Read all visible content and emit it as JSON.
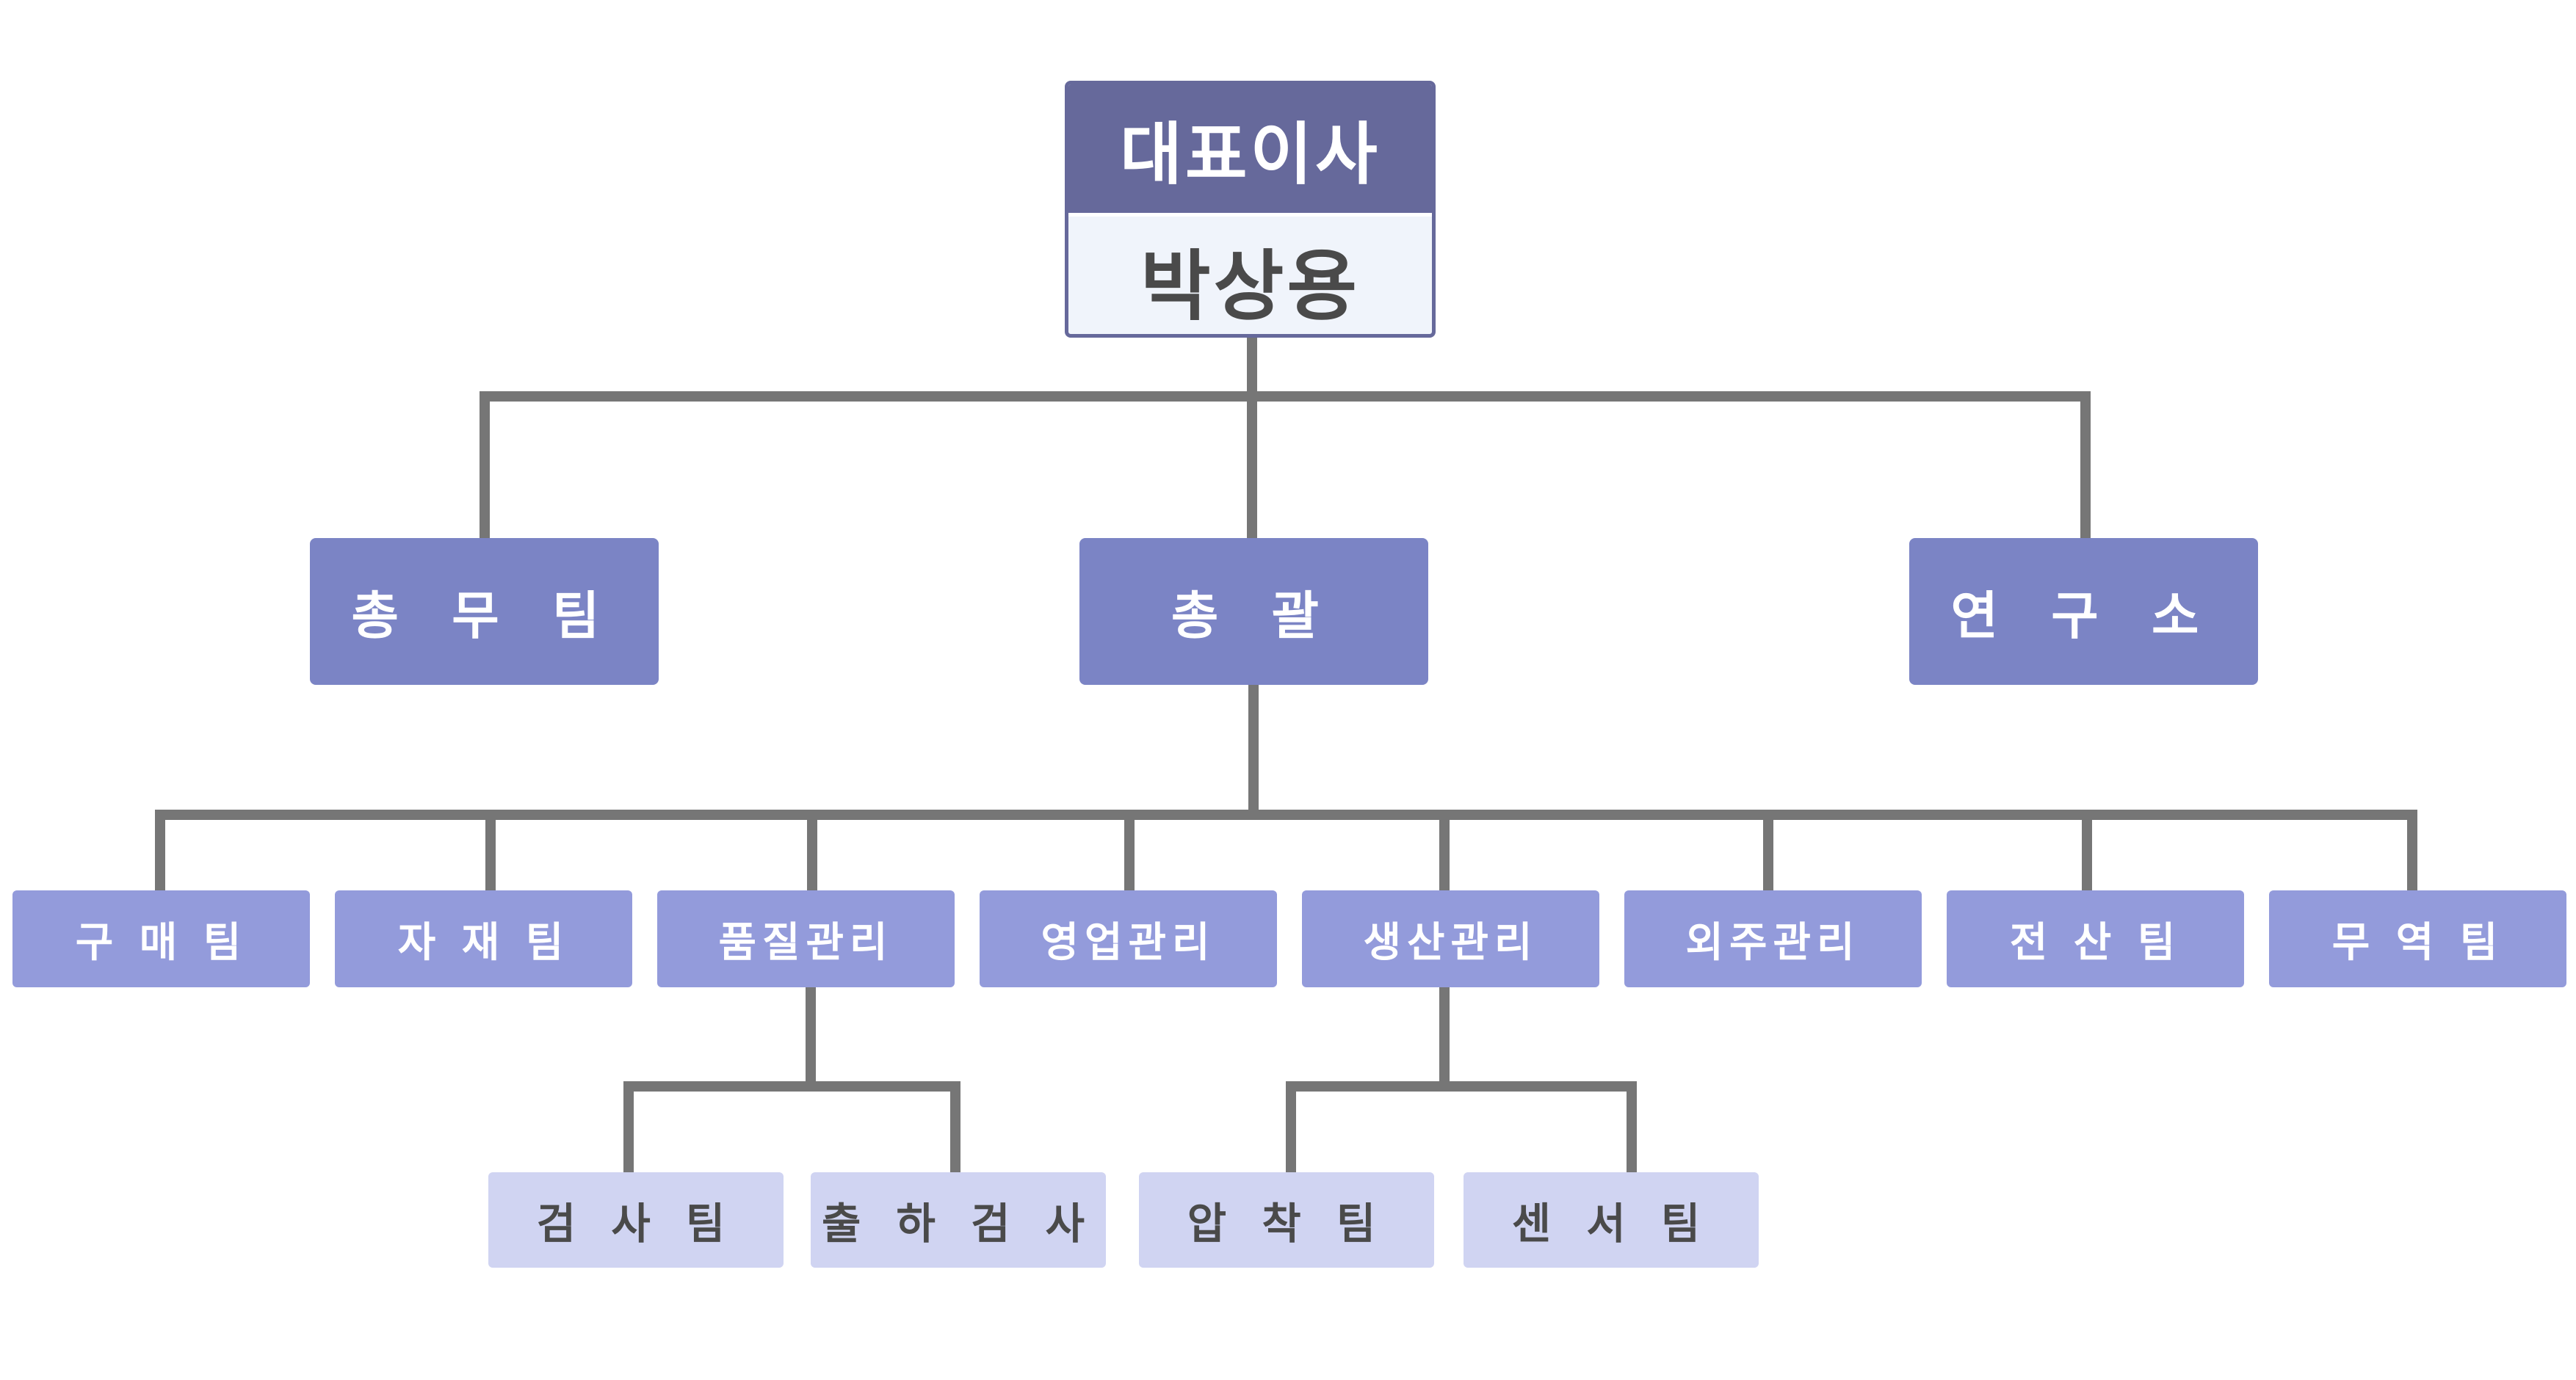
{
  "ceo": {
    "title": "대표이사",
    "name": "박상용"
  },
  "departments": [
    {
      "id": "general-affairs",
      "label": "총 무 팀"
    },
    {
      "id": "general-management",
      "label": "총 괄"
    },
    {
      "id": "research-lab",
      "label": "연 구 소"
    }
  ],
  "teams": [
    {
      "id": "purchasing",
      "label": "구 매 팀"
    },
    {
      "id": "materials",
      "label": "자 재 팀"
    },
    {
      "id": "quality-control",
      "label": "품질관리"
    },
    {
      "id": "sales-management",
      "label": "영업관리"
    },
    {
      "id": "production-management",
      "label": "생산관리"
    },
    {
      "id": "outsourcing-management",
      "label": "외주관리"
    },
    {
      "id": "it",
      "label": "전 산 팀"
    },
    {
      "id": "trade",
      "label": "무 역 팀"
    }
  ],
  "subteams": [
    {
      "id": "inspection",
      "label": "검 사 팀"
    },
    {
      "id": "shipping-inspection",
      "label": "출 하 검 사"
    },
    {
      "id": "compression",
      "label": "압 착 팀"
    },
    {
      "id": "sensor",
      "label": "센 서 팀"
    }
  ],
  "colors": {
    "ceo_header": "#66699b",
    "ceo_body": "#f0f4fb",
    "department": "#7b84c5",
    "team": "#939bdb",
    "subteam": "#d0d4f2",
    "connector": "#767676"
  }
}
